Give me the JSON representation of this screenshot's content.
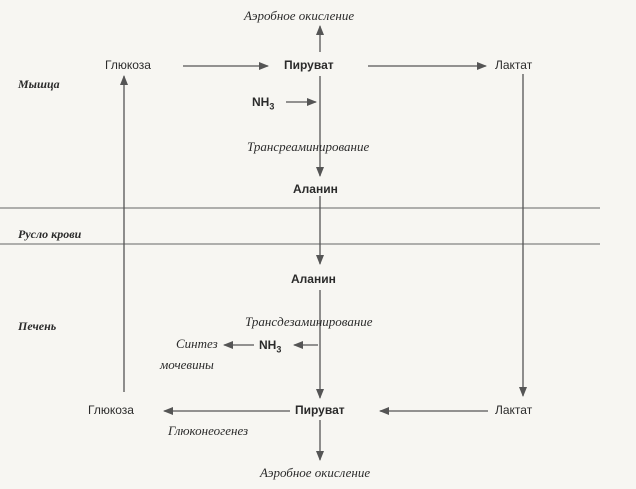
{
  "zones": {
    "muscle": "Мышца",
    "blood": "Русло крови",
    "liver": "Печень"
  },
  "muscle": {
    "aerobic_top": "Аэробное окисление",
    "glucose": "Глюкоза",
    "pyruvate": "Пируват",
    "lactate": "Лактат",
    "nh3": "NH",
    "nh3_sub": "3",
    "transamination": "Трансреаминирование",
    "alanine": "Аланин"
  },
  "liver": {
    "alanine": "Аланин",
    "transdeamination": "Трансдезаминирование",
    "urea_synthesis_1": "Синтез",
    "urea_synthesis_2": "мочевины",
    "nh3": "NH",
    "nh3_sub": "3",
    "glucose": "Глюкоза",
    "gluconeogenesis": "Глюконеогенез",
    "pyruvate": "Пируват",
    "lactate": "Лактат",
    "aerobic_bottom": "Аэробное окисление"
  },
  "colors": {
    "line": "#555555",
    "text": "#2b2b2b",
    "background": "#f7f6f2"
  }
}
